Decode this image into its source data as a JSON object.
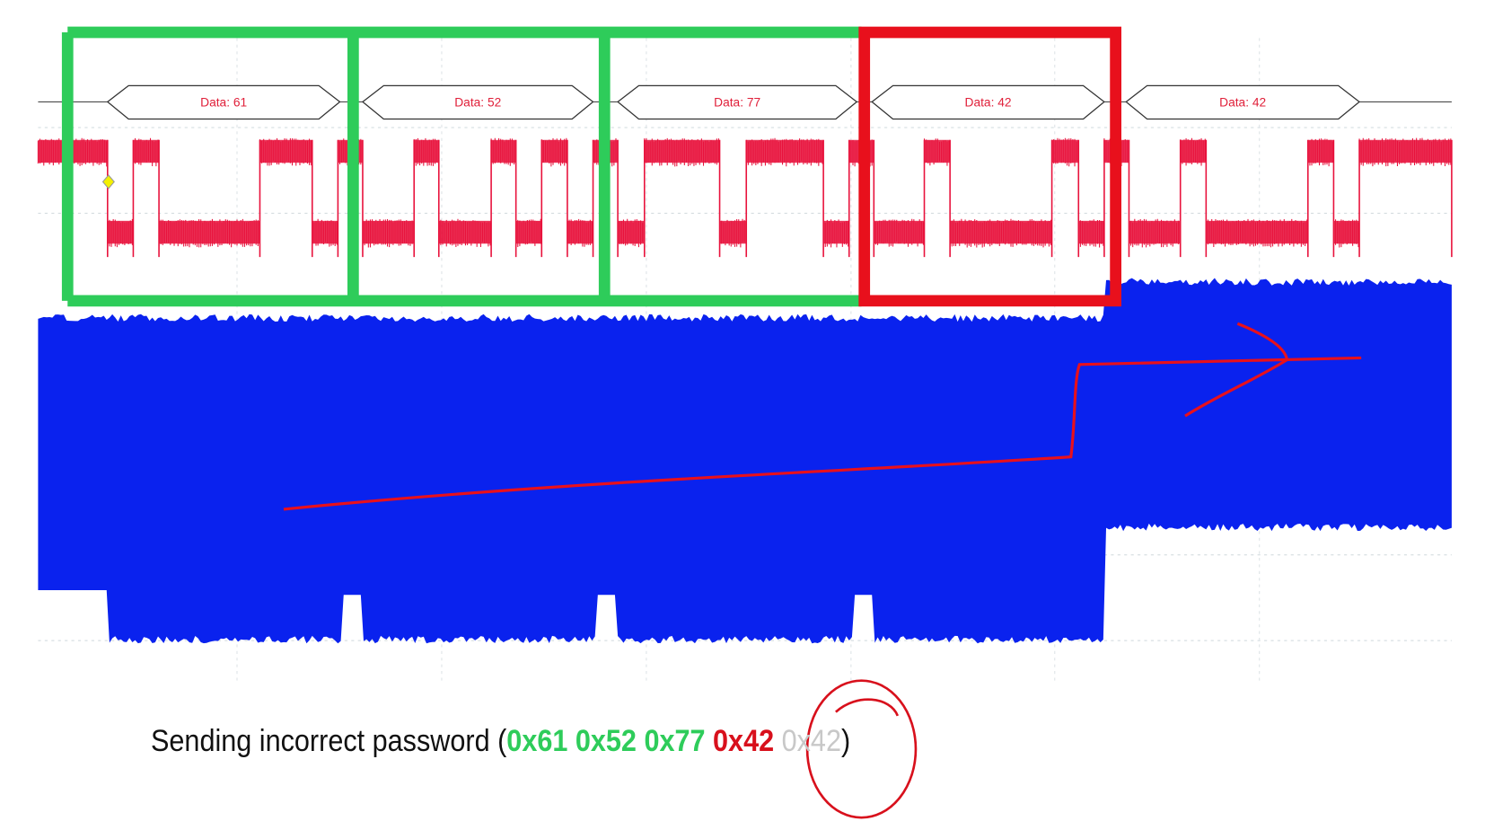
{
  "chart_data": {
    "type": "line",
    "title": "",
    "decoder_labels": [
      "Data: 61",
      "Data: 52",
      "Data: 77",
      "Data: 42",
      "Data: 42"
    ],
    "bytes_sent": [
      "0x61",
      "0x52",
      "0x77",
      "0x42",
      "0x42"
    ],
    "byte_status": [
      "correct",
      "correct",
      "correct",
      "incorrect",
      "not-checked"
    ],
    "series": [
      {
        "name": "serial-data",
        "color": "#e8123c"
      },
      {
        "name": "power-trace",
        "color": "#0a22ee"
      }
    ],
    "grid": true
  },
  "caption": {
    "prefix": "Sending incorrect password (",
    "green_bytes": "0x61 0x52 0x77",
    "red_byte": "0x42",
    "grey_byte": "0x42",
    "suffix": ")"
  },
  "colors": {
    "correct": "#2ecc5a",
    "incorrect": "#e8101c",
    "trace": "#e8123c",
    "power": "#0a22ee"
  }
}
